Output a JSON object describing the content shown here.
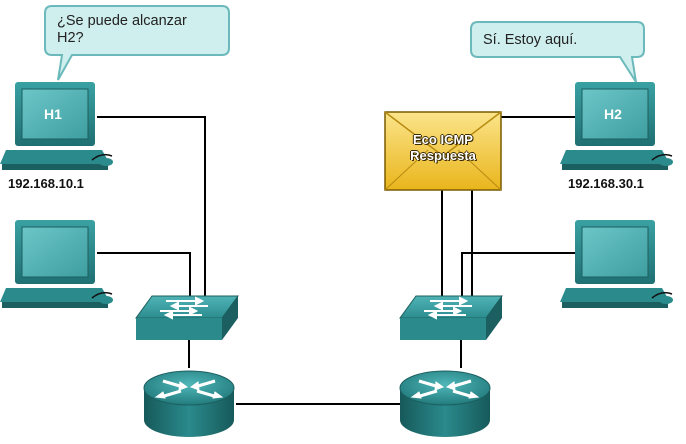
{
  "bubbles": {
    "left": "¿Se puede alcanzar\nH2?",
    "right": "Sí. Estoy aquí."
  },
  "hosts": {
    "h1": {
      "label": "H1",
      "ip": "192.168.10.1"
    },
    "h2": {
      "label": "H2",
      "ip": "192.168.30.1"
    }
  },
  "packet": {
    "line1": "Eco ICMP",
    "line2": "Respuesta"
  },
  "colors": {
    "device_teal": "#2a8a8c",
    "device_dark": "#1c5f60",
    "screen": "#5fb7b9",
    "bubble_fill": "#cfeeee",
    "bubble_stroke": "#6bb9bb",
    "packet_fill": "#f2c82e",
    "link": "#000000"
  }
}
